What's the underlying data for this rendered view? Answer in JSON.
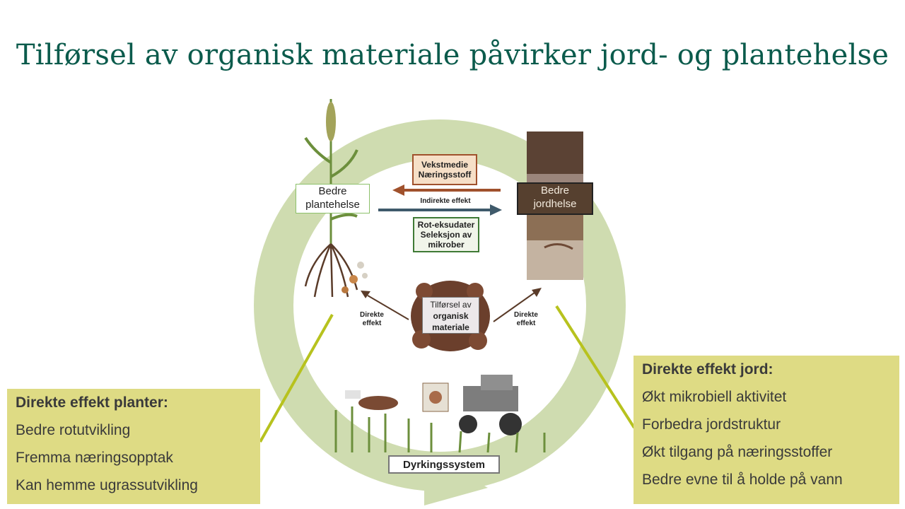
{
  "title": "Tilførsel av organisk materiale påvirker jord- og plantehelse",
  "diagram": {
    "plant_label": "Bedre plantehelse",
    "soil_label": "Bedre jordhelse",
    "top_box": [
      "Vekstmedie",
      "Næringsstoff"
    ],
    "indirect_label": "Indirekte effekt",
    "bottom_box": [
      "Rot-eksudater",
      "Seleksjon av",
      "mikrober"
    ],
    "center_box": [
      "Tilførsel av",
      "organisk",
      "materiale"
    ],
    "direct_left": [
      "Direkte",
      "effekt"
    ],
    "direct_right": [
      "Direkte",
      "effekt"
    ],
    "system_label": "Dyrkingssystem"
  },
  "left_panel": {
    "heading": "Direkte effekt planter:",
    "items": [
      "Bedre rotutvikling",
      "Fremma næringsopptak",
      "Kan hemme ugrassutvikling"
    ]
  },
  "right_panel": {
    "heading": "Direkte effekt jord:",
    "items": [
      "Økt mikrobiell aktivitet",
      "Forbedra jordstruktur",
      "Økt tilgang på næringsstoffer",
      "Bedre evne til å holde på vann"
    ]
  },
  "colors": {
    "title": "#0b5b4c",
    "cycle": "#cfdcb0",
    "panel": "#dedb84",
    "connector": "#b7c21e",
    "arrow_left": "#a0512c",
    "arrow_right": "#3f5a6b"
  }
}
